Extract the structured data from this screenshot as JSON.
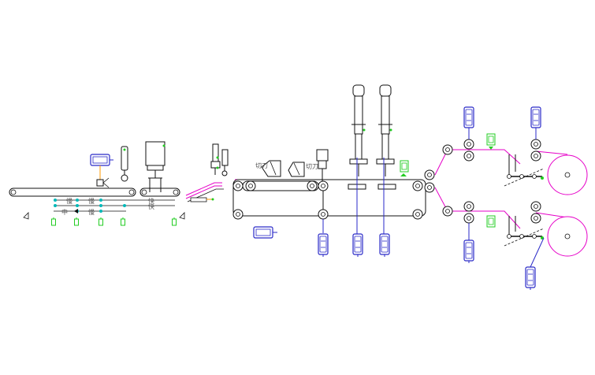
{
  "diagram": {
    "labels": {
      "conveyor_a": "慢",
      "conveyor_b": "慢",
      "conveyor_c": "快",
      "conveyor_d": "慢",
      "middle": "中",
      "fast_2": "快",
      "cut_left": "切刀",
      "cut_right": "切刀"
    },
    "colors": {
      "line": "#111111",
      "motor": "#2a2ac8",
      "web": "#e600c8",
      "sensor": "#22cc22",
      "node": "#00b8b8",
      "drive": "#ff9900"
    }
  }
}
